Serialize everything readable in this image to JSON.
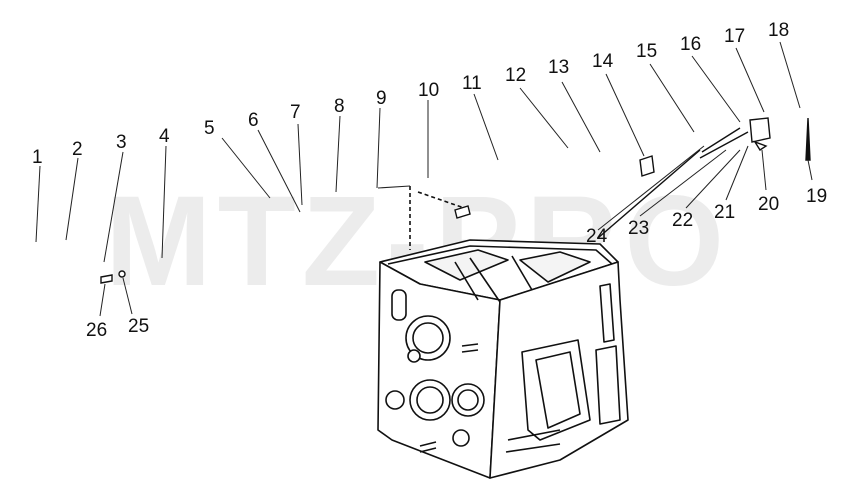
{
  "watermark": "MTZ-PRO",
  "callouts": [
    "1",
    "2",
    "3",
    "4",
    "5",
    "6",
    "7",
    "8",
    "9",
    "10",
    "11",
    "12",
    "13",
    "14",
    "15",
    "16",
    "17",
    "18",
    "19",
    "20",
    "21",
    "22",
    "23",
    "24",
    "25",
    "26"
  ]
}
